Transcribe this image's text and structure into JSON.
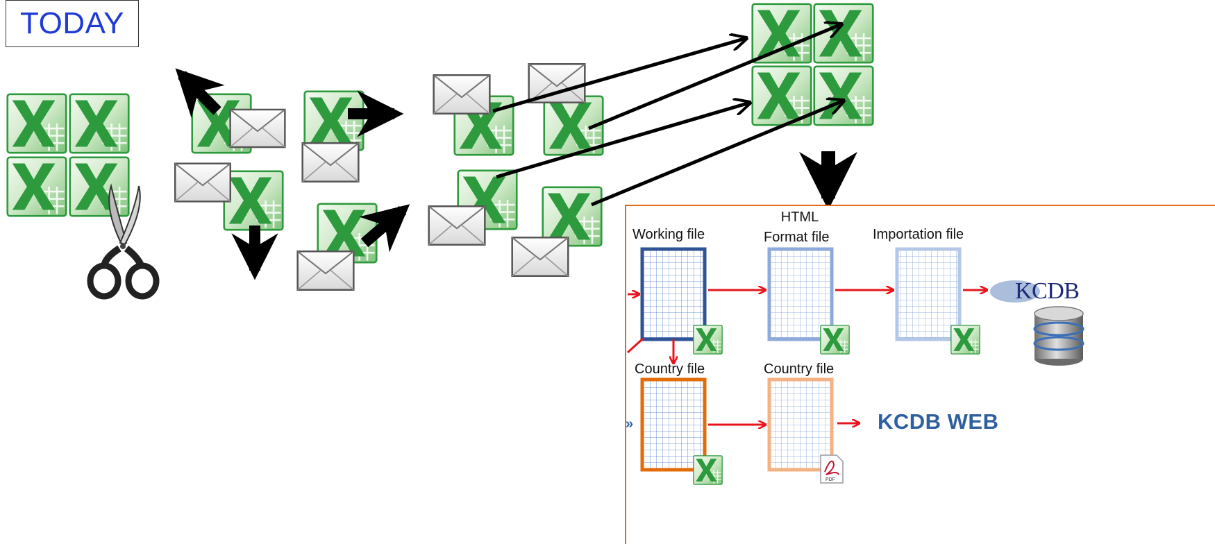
{
  "title": "TODAY",
  "process": {
    "working_file": "Working file",
    "html_format_file_line1": "HTML",
    "html_format_file_line2": "Format file",
    "importation_file": "Importation file",
    "country_file_1": "Country file",
    "country_file_2": "Country file",
    "kcdb_web": "KCDB WEB",
    "kcdb_logo_text": "KCDB",
    "continuation_mark": "»",
    "pdf_badge": "PDF"
  },
  "colors": {
    "title_text": "#1f3bd6",
    "process_frame": "#e06a1c",
    "red_arrow": "#e8141c",
    "working_file_border": "#2f5496",
    "html_file_border": "#8eaadb",
    "import_file_border": "#b4c7e7",
    "country_file_1_border": "#e36c0a",
    "country_file_2_border": "#f4b183",
    "kcdb_web_text": "#2e5f9e",
    "excel_green": "#2e9a3e"
  },
  "icons": {
    "excel": "excel-icon",
    "envelope": "envelope-icon",
    "scissors": "scissors-icon",
    "database": "database-icon",
    "pdf": "pdf-icon"
  }
}
